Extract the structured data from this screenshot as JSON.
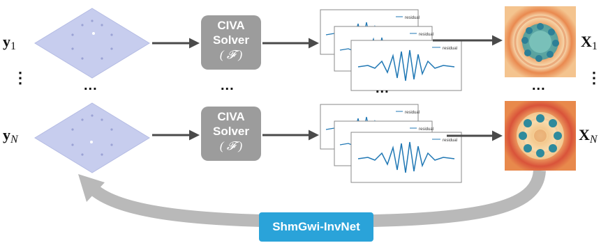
{
  "inputs": [
    {
      "symbol": "y",
      "subscript": "1"
    },
    {
      "symbol": "y",
      "subscript": "N"
    }
  ],
  "outputs": [
    {
      "symbol": "X",
      "subscript": "1"
    },
    {
      "symbol": "X",
      "subscript": "N"
    }
  ],
  "solver": {
    "line1": "CIVA",
    "line2": "Solver",
    "operator": "( 𝓕 )"
  },
  "signal_legend": "residual",
  "ellipsis": "...",
  "vertical_ellipsis": "⋮",
  "network_label": "ShmGwi-InvNet",
  "colors": {
    "plate_fill": "#c7cdee",
    "plate_stroke": "#b4bbe3",
    "solver_fill": "#9c9c9c",
    "arrow": "#4a4a4a",
    "feedback_arrow": "#b9b9b9",
    "badge": "#2aa3d9",
    "signal_line": "#1f77b4"
  }
}
